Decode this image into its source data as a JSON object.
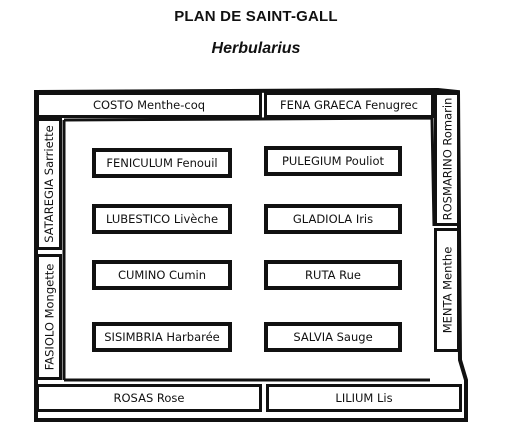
{
  "header": {
    "title": "PLAN DE SAINT-GALL",
    "subtitle": "Herbularius"
  },
  "beds": {
    "top_left": "COSTO Menthe-coq",
    "top_right": "FENA GRAECA Fenugrec",
    "left_upper": "SATAREGIA Sarriette",
    "left_lower": "FASIOLO Mongette",
    "right_upper": "ROSMARINO Romarin",
    "right_lower": "MENTA Menthe",
    "inner_left_1": "FENICULUM Fenouil",
    "inner_left_2": "LUBESTICO Livèche",
    "inner_left_3": "CUMINO Cumin",
    "inner_left_4": "SISIMBRIA Harbarée",
    "inner_right_1": "PULEGIUM Pouliot",
    "inner_right_2": "GLADIOLA Iris",
    "inner_right_3": "RUTA Rue",
    "inner_right_4": "SALVIA Sauge",
    "bottom_left": "ROSAS Rose",
    "bottom_right": "LILIUM Lis"
  }
}
